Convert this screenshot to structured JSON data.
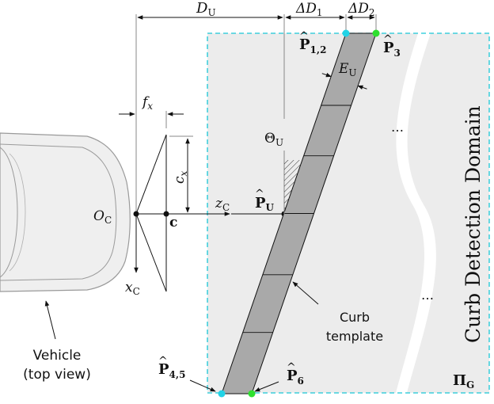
{
  "labels": {
    "d_u": "D",
    "d_u_sub": "U",
    "delta_d1": "ΔD",
    "delta_d1_sub": "1",
    "delta_d2": "ΔD",
    "delta_d2_sub": "2",
    "p12": "P",
    "p12_sub": "1,2",
    "p3": "P",
    "p3_sub": "3",
    "e_u": "E",
    "e_u_sub": "U",
    "f_x": "f",
    "f_x_sub": "x",
    "c_x": "c",
    "c_x_sub": "x",
    "theta_u": "Θ",
    "theta_u_sub": "U",
    "p_u": "P",
    "p_u_sub": "U",
    "z_c": "z",
    "z_c_sub": "C",
    "o_c": "O",
    "o_c_sub": "C",
    "c_point": "c",
    "x_c": "x",
    "x_c_sub": "C",
    "vehicle_line1": "Vehicle",
    "vehicle_line2": "(top view)",
    "curb_line1": "Curb",
    "curb_line2": "template",
    "p45": "P",
    "p45_sub": "4,5",
    "p6": "P",
    "p6_sub": "6",
    "domain_title": "Curb Detection Domain",
    "pi_g": "Π",
    "pi_g_sub": "G",
    "ellipsis_top": "…",
    "ellipsis_bottom": "…"
  },
  "colors": {
    "domain_border": "#19c6d6",
    "domain_fill": "#ececec",
    "curb_fill": "#a9a9a9",
    "marker_cyan": "#22d3e6",
    "marker_green": "#2ee02e",
    "vehicle_fill": "#efefef",
    "vehicle_stroke": "#9a9a9a"
  }
}
